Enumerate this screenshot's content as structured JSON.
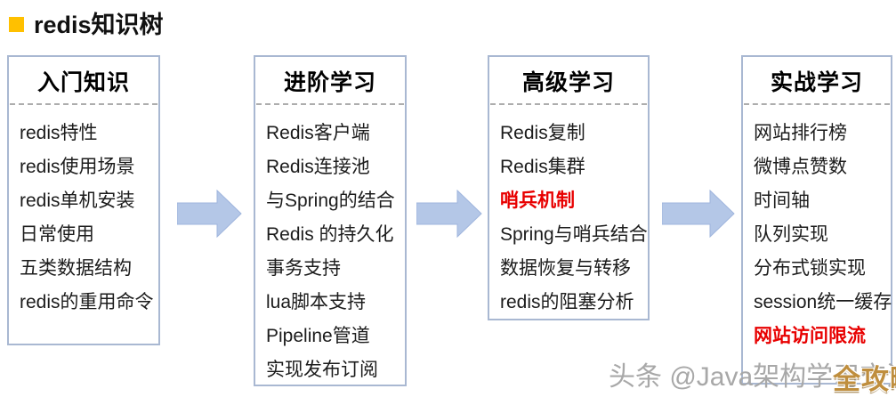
{
  "header": {
    "title": "redis知识树",
    "bullet_color": "#FFC000"
  },
  "columns": [
    {
      "title": "入门知识",
      "items": [
        {
          "text": "redis特性",
          "highlight": false
        },
        {
          "text": "redis使用场景",
          "highlight": false
        },
        {
          "text": "redis单机安装",
          "highlight": false
        },
        {
          "text": "日常使用",
          "highlight": false
        },
        {
          "text": "五类数据结构",
          "highlight": false
        },
        {
          "text": "redis的重用命令",
          "highlight": false
        }
      ]
    },
    {
      "title": "进阶学习",
      "items": [
        {
          "text": "Redis客户端",
          "highlight": false
        },
        {
          "text": "Redis连接池",
          "highlight": false
        },
        {
          "text": "与Spring的结合",
          "highlight": false
        },
        {
          "text": "Redis 的持久化",
          "highlight": false
        },
        {
          "text": "事务支持",
          "highlight": false
        },
        {
          "text": "lua脚本支持",
          "highlight": false
        },
        {
          "text": "Pipeline管道",
          "highlight": false
        },
        {
          "text": "实现发布订阅",
          "highlight": false
        }
      ]
    },
    {
      "title": "高级学习",
      "items": [
        {
          "text": "Redis复制",
          "highlight": false
        },
        {
          "text": "Redis集群",
          "highlight": false
        },
        {
          "text": "哨兵机制",
          "highlight": true
        },
        {
          "text": "Spring与哨兵结合",
          "highlight": false
        },
        {
          "text": "数据恢复与转移",
          "highlight": false
        },
        {
          "text": "redis的阻塞分析",
          "highlight": false
        }
      ]
    },
    {
      "title": "实战学习",
      "items": [
        {
          "text": "网站排行榜",
          "highlight": false
        },
        {
          "text": "微博点赞数",
          "highlight": false
        },
        {
          "text": "时间轴",
          "highlight": false
        },
        {
          "text": "队列实现",
          "highlight": false
        },
        {
          "text": "分布式锁实现",
          "highlight": false
        },
        {
          "text": "session统一缓存",
          "highlight": false
        },
        {
          "text": "网站访问限流",
          "highlight": true
        }
      ]
    }
  ],
  "watermark": {
    "text": "头条 @Java架构学习交流",
    "badge": "全攻略"
  },
  "colors": {
    "accent_bullet": "#FFC000",
    "box_border": "#a9b8d2",
    "arrow_fill": "#b4c7e7",
    "highlight_text": "#e80000",
    "watermark_gray": "#a8a8a8",
    "watermark_gold": "#bf8e3e"
  }
}
